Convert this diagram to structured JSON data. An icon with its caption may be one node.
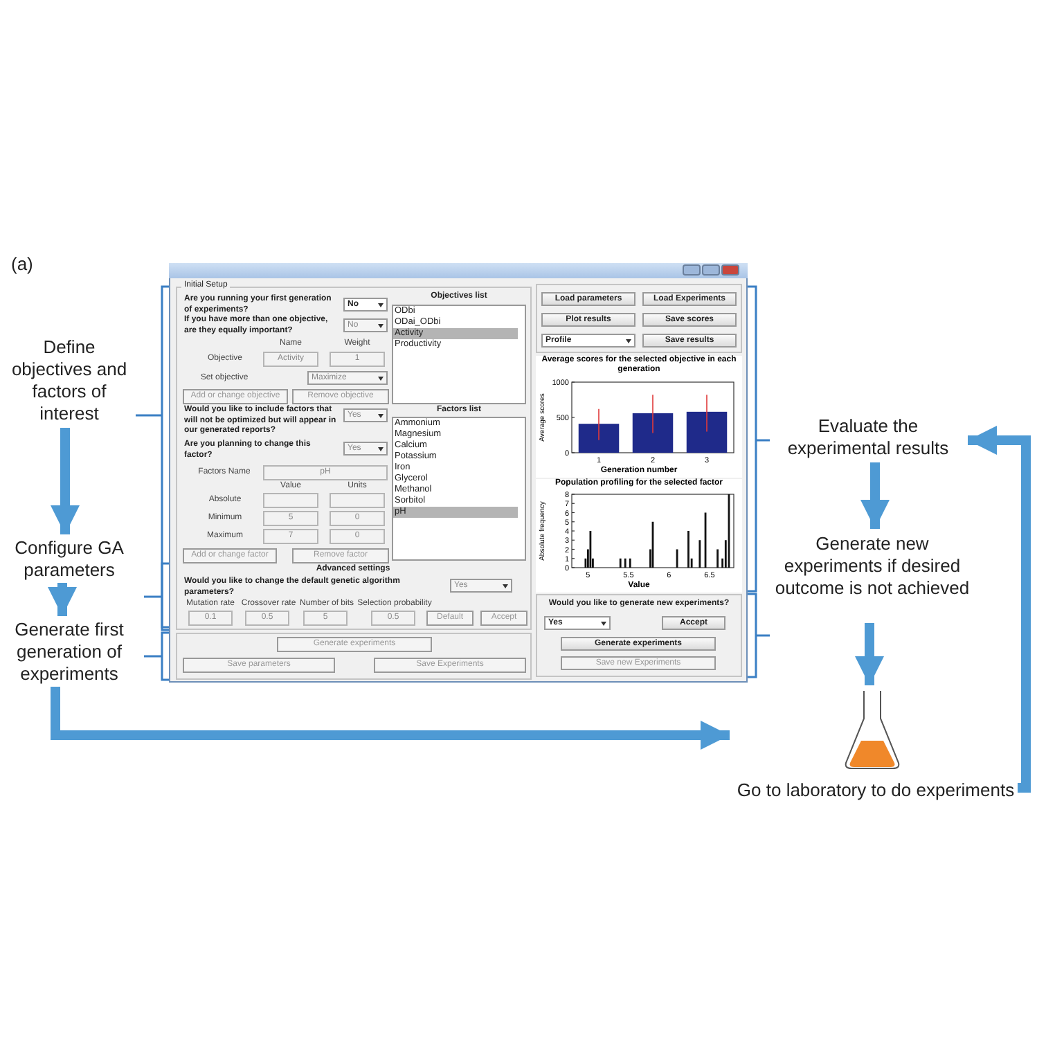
{
  "diagram": {
    "nodes": [
      {
        "text": [
          "Define objectives and factors of interest"
        ]
      },
      {
        "text": [
          "Configure GA parameters"
        ]
      },
      {
        "text": [
          "Generate first generation of experiments"
        ]
      },
      {
        "text": [
          "Evaluate the experimental results"
        ]
      },
      {
        "text": [
          "Generate new experiments if desired outcome is not achieved"
        ]
      },
      {
        "text": [
          "Go to laboratory to do experiments"
        ]
      }
    ],
    "edges": [
      {
        "from": 0,
        "to": 1,
        "arrow": "to"
      },
      {
        "from": 1,
        "to": 2,
        "arrow": "to"
      },
      {
        "from": 2,
        "to": 5,
        "arrow": "to"
      },
      {
        "from": 5,
        "to": 3,
        "arrow": "to"
      },
      {
        "from": 3,
        "to": 4,
        "arrow": "to"
      },
      {
        "from": 4,
        "to": 5,
        "arrow": "to"
      }
    ],
    "labels": [
      "(a)",
      "Initial Setup",
      "Are you running your first generation of experiments?",
      "No",
      "If you have more than one objective, are they equally important?",
      "No",
      "Name",
      "Weight",
      "Objective",
      "Activity",
      "1",
      "Set objective",
      "Maximize",
      "Add or change objective",
      "Remove objective",
      "Would you like to include factors that will not be optimized but will appear in our generated reports?",
      "Yes",
      "Are you planning to change this factor?",
      "Yes",
      "Factors Name",
      "pH",
      "Value",
      "Units",
      "Absolute",
      "Minimum",
      "5",
      "0",
      "Maximum",
      "7",
      "0",
      "Add or change factor",
      "Remove factor",
      "Objectives list",
      "ODbi",
      "ODai_ODbi",
      "Activity",
      "Productivity",
      "Factors list",
      "Ammonium",
      "Magnesium",
      "Calcium",
      "Potassium",
      "Iron",
      "Glycerol",
      "Methanol",
      "Sorbitol",
      "pH",
      "Advanced settings",
      "Would you like to change the default genetic algorithm parameters?",
      "Yes",
      "Mutation rate",
      "Crossover rate",
      "Number of bits",
      "Selection probability",
      "0.1",
      "0.5",
      "5",
      "0.5",
      "Default",
      "Accept",
      "Generate experiments",
      "Save parameters",
      "Save Experiments",
      "Load parameters",
      "Load Experiments",
      "Plot results",
      "Save scores",
      "Profile",
      "Save results",
      "Would you like to generate new experiments?",
      "Yes",
      "Accept",
      "Generate experiments",
      "Save new Experiments"
    ],
    "chart_data": [
      {
        "type": "bar",
        "title": "Average scores for the selected objective in each generation",
        "xlabel": "Generation number",
        "ylabel": "Average scores",
        "categories": [
          "1",
          "2",
          "3"
        ],
        "series": [
          {
            "color": "#1f2a8a",
            "values": [
              410,
              560,
              580
            ]
          }
        ],
        "ylim": [
          0,
          1000
        ],
        "yticks": [
          0,
          500,
          1000
        ]
      },
      {
        "type": "bar",
        "title": "Population profiling for the selected factor",
        "xlabel": "Value",
        "ylabel": "Absolute frequency",
        "x": [
          4.97,
          5.0,
          5.03,
          5.06,
          5.4,
          5.46,
          5.52,
          5.77,
          5.8,
          6.1,
          6.24,
          6.28,
          6.38,
          6.45,
          6.6,
          6.66,
          6.7,
          6.74
        ],
        "series": [
          {
            "color": "#111111",
            "values": [
              1,
              2,
              4,
              1,
              1,
              1,
              1,
              2,
              5,
              2,
              4,
              1,
              3,
              6,
              2,
              1,
              3,
              8
            ]
          }
        ],
        "xlim": [
          4.8,
          6.8
        ],
        "ylim": [
          0,
          8
        ],
        "xticks": [
          5,
          5.5,
          6,
          6.5
        ],
        "yticks": [
          0,
          1,
          2,
          3,
          4,
          5,
          6,
          7,
          8
        ]
      }
    ]
  }
}
